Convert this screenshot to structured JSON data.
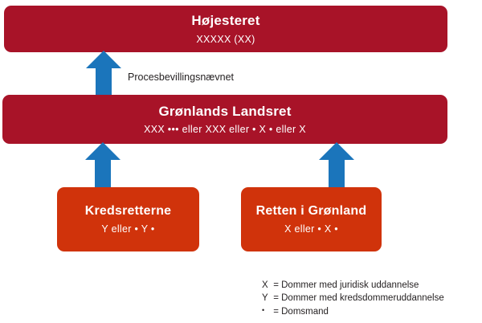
{
  "diagram": {
    "title_semantic": "greenland-court-hierarchy",
    "colors": {
      "dark_red": "#a81328",
      "orange_red": "#d0330b",
      "arrow_blue": "#1b75bb",
      "text_dark": "#231f20",
      "box_text": "#ffffff",
      "background": "#ffffff"
    }
  },
  "levels": {
    "supreme": {
      "title": "Højesteret",
      "composition": "XXXXX (XX)"
    },
    "high_court": {
      "title": "Grønlands Landsret",
      "composition": "XXX ••• eller  XXX  eller  • X •  eller  X"
    },
    "district_courts": {
      "title": "Kredsretterne",
      "composition": "Y  eller  • Y •"
    },
    "court_of_greenland": {
      "title": "Retten i Grønland",
      "composition": "X  eller  • X •"
    }
  },
  "connectors": {
    "appeal_permission_label": "Procesbevillingsnævnet",
    "arrow_top_name": "arrow-high-court-to-supreme",
    "arrow_left_name": "arrow-district-courts-to-high-court",
    "arrow_right_name": "arrow-court-of-greenland-to-high-court"
  },
  "legend": {
    "items": [
      {
        "symbol": "X",
        "separator": "=",
        "description": "Dommer med juridisk uddannelse"
      },
      {
        "symbol": "Y",
        "separator": "=",
        "description": "Dommer med kredsdommeruddannelse"
      },
      {
        "symbol": "•",
        "separator": "=",
        "description": "Domsmand"
      }
    ]
  }
}
